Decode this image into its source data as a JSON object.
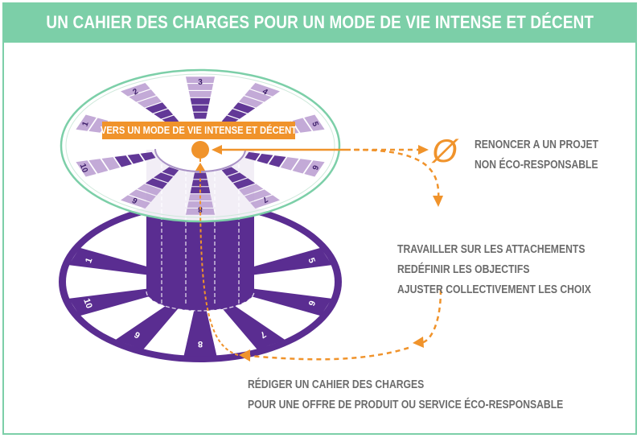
{
  "banner": {
    "title": "UN CAHIER DES CHARGES POUR UN MODE DE VIE INTENSE ET DÉCENT"
  },
  "goal": {
    "label": "VERS UN MODE DE VIE INTENSE ET DÉCENT"
  },
  "renounce": {
    "symbol": "Ø",
    "lines": [
      "RENONCER A UN PROJET",
      "NON ÉCO-RESPONSABLE"
    ]
  },
  "work": {
    "lines": [
      "TRAVAILLER SUR LES ATTACHEMENTS",
      "REDÉFINIR LES OBJECTIFS",
      "AJUSTER COLLECTIVEMENT LES CHOIX"
    ]
  },
  "write": {
    "lines": [
      "RÉDIGER UN CAHIER DES CHARGES",
      "POUR UNE OFFRE DE PRODUIT OU SERVICE ÉCO-RESPONSABLE"
    ]
  },
  "spokes_top": [
    "1",
    "2",
    "3",
    "4",
    "5",
    "6",
    "7",
    "8",
    "9",
    "10"
  ],
  "spokes_bottom": [
    "1",
    "5",
    "6",
    "7",
    "8",
    "9",
    "10"
  ],
  "colors": {
    "banner": "#7ccfa8",
    "purple": "#5a2d91",
    "light_purple": "#b89bd0",
    "orange": "#f0932b",
    "text_grey": "#6b6b6b"
  }
}
